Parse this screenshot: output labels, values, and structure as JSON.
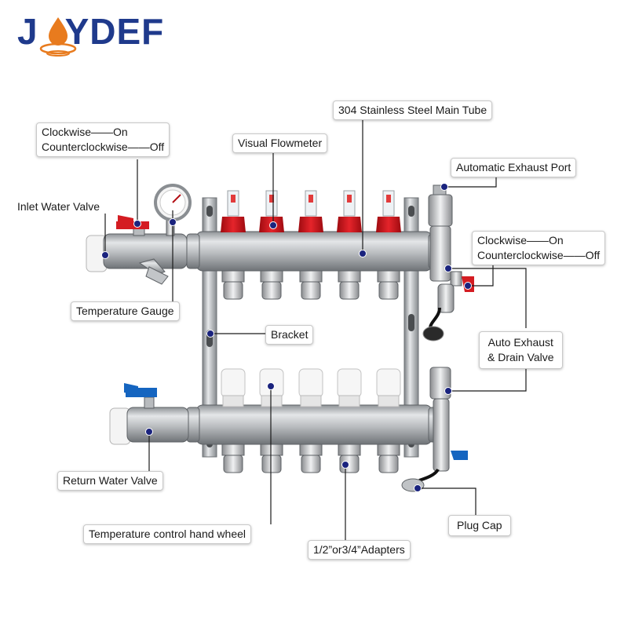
{
  "brand": {
    "logo_text": "JOYDEF"
  },
  "colors": {
    "brand": "#1f3a8c",
    "accent": "#e87b1e",
    "leader": "#1a1a1a",
    "dot": "#1a237e",
    "valve_red": "#d3121a",
    "valve_blue": "#1565c0",
    "steel": "#c7c9cc"
  },
  "labels": {
    "main_tube": "304 Stainless Steel Main Tube",
    "flowmeter": "Visual Flowmeter",
    "inlet_switch_line1": "Clockwise——On",
    "inlet_switch_line2": "Counterclockwise——Off",
    "exhaust_port": "Automatic Exhaust Port",
    "inlet_valve": "Inlet Water Valve",
    "outlet_switch_line1": "Clockwise——On",
    "outlet_switch_line2": "Counterclockwise——Off",
    "temp_gauge": "Temperature Gauge",
    "bracket": "Bracket",
    "auto_exhaust_line1": "Auto Exhaust",
    "auto_exhaust_line2": "& Drain Valve",
    "return_valve": "Return Water Valve",
    "plug_cap": "Plug Cap",
    "hand_wheel": "Temperature control hand wheel",
    "adapters": "1/2”or3/4”Adapters"
  }
}
